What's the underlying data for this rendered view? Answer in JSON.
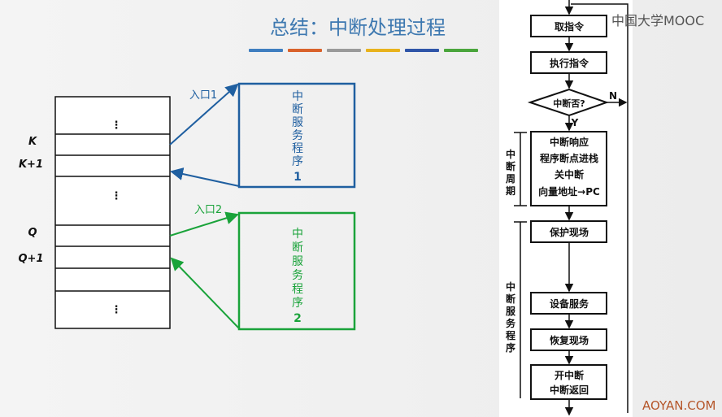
{
  "title": "总结：中断处理过程",
  "title_bar_colors": [
    "#3f7ec0",
    "#d9622b",
    "#9a9a9a",
    "#e8b21c",
    "#2f55a8",
    "#4aa53c"
  ],
  "memory": {
    "dots": "⋮",
    "labels": [
      "K",
      "K+1",
      "Q",
      "Q+1"
    ]
  },
  "isr1": {
    "entry": "入口1",
    "chars": [
      "中",
      "断",
      "服",
      "务",
      "程",
      "序",
      "1"
    ],
    "color": "#1f5fa0"
  },
  "isr2": {
    "entry": "入口2",
    "chars": [
      "中",
      "断",
      "服",
      "务",
      "程",
      "序",
      "2"
    ],
    "color": "#1aa33a"
  },
  "flow": {
    "fetch": "取指令",
    "execute": "执行指令",
    "decision": "中断否?",
    "no": "N",
    "yes": "Y",
    "response": [
      "中断响应",
      "程序断点进栈",
      "关中断",
      "向量地址→PC"
    ],
    "save": "保护现场",
    "service": "设备服务",
    "restore": "恢复现场",
    "end": [
      "开中断",
      "中断返回"
    ],
    "cycle_label": [
      "中",
      "断",
      "周",
      "期"
    ],
    "isr_label": [
      "中",
      "断",
      "服",
      "务",
      "程",
      "序"
    ]
  },
  "watermark_mooc": "中国大学MOOC",
  "watermark_site": "AOYAN.COM"
}
